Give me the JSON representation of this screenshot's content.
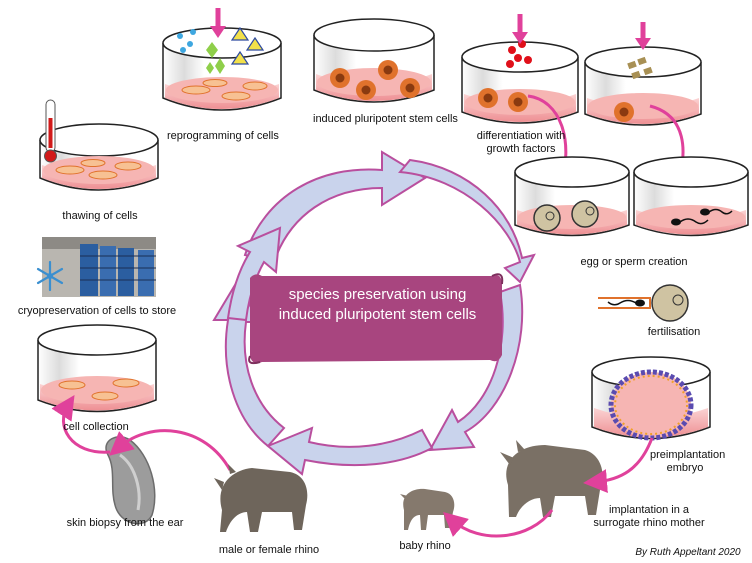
{
  "title": "species preservation using induced pluripotent stem cells",
  "steps": {
    "thawing": "thawing of cells",
    "reprogramming": "reprogramming of cells",
    "ipsc": "induced pluripotent stem cells",
    "differentiation": "differentiation with growth factors",
    "gametes": "egg or sperm creation",
    "fertilisation": "fertilisation",
    "embryo": "preimplantation embryo",
    "implantation": "implantation in a surrogate rhino mother",
    "baby": "baby rhino",
    "adult": "male or female rhino",
    "biopsy": "skin biopsy from the ear",
    "collection": "cell collection",
    "cryo": "cryopreservation of cells to store"
  },
  "credit": "By Ruth Appeltant 2020",
  "colors": {
    "cycle_arrow_fill": "#c9d3ec",
    "cycle_arrow_stroke": "#b94f9e",
    "banner": "#a8457f",
    "medium": "#f4a6a6",
    "cell_orange": "#e0722c",
    "arrow_magenta": "#e0419b"
  },
  "icons": [
    "thermometer-icon",
    "snowflake-icon",
    "factor-arrow-icon",
    "rhino-icon",
    "ear-icon"
  ]
}
